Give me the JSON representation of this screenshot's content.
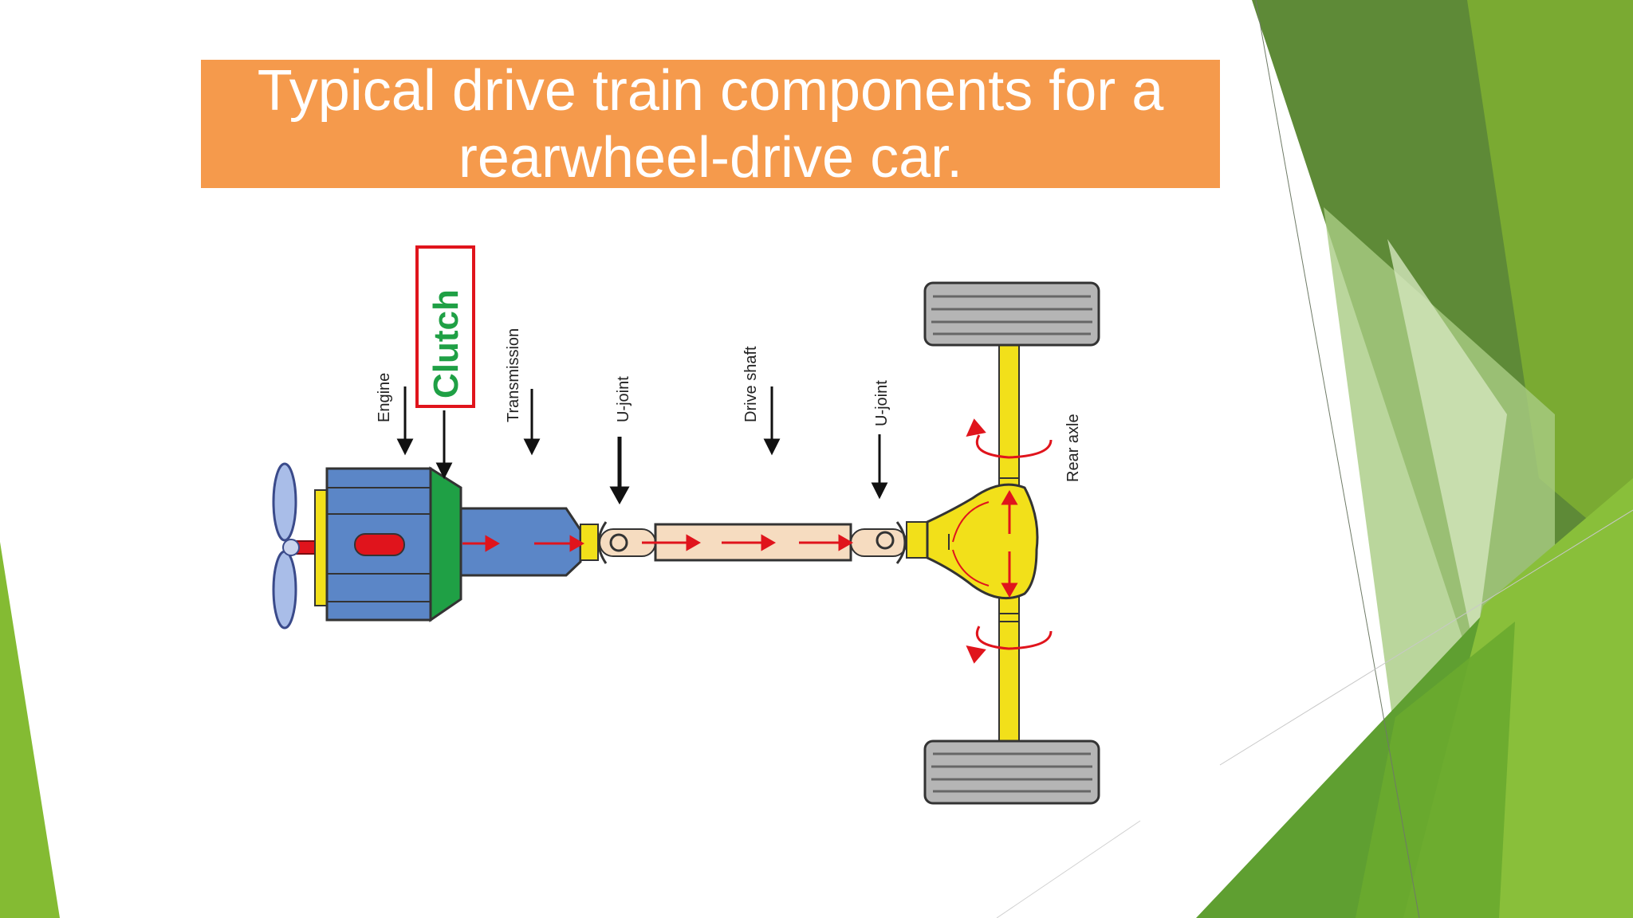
{
  "title": "Typical drive train components for a rearwheel-drive car.",
  "labels": {
    "engine": "Engine",
    "clutch": "Clutch",
    "transmission": "Transmission",
    "ujoint_front": "U-joint",
    "drive_shaft": "Drive shaft",
    "ujoint_rear": "U-joint",
    "rear_axle": "Rear axle"
  },
  "colors": {
    "title_bar": "#f59a4c",
    "engine_blue": "#5b86c7",
    "clutch_green": "#1fa045",
    "axle_yellow": "#f2e01a",
    "shaft_beige": "#f6dcc0",
    "flow_red": "#e0141c",
    "accent_green": "#7bb22e"
  }
}
